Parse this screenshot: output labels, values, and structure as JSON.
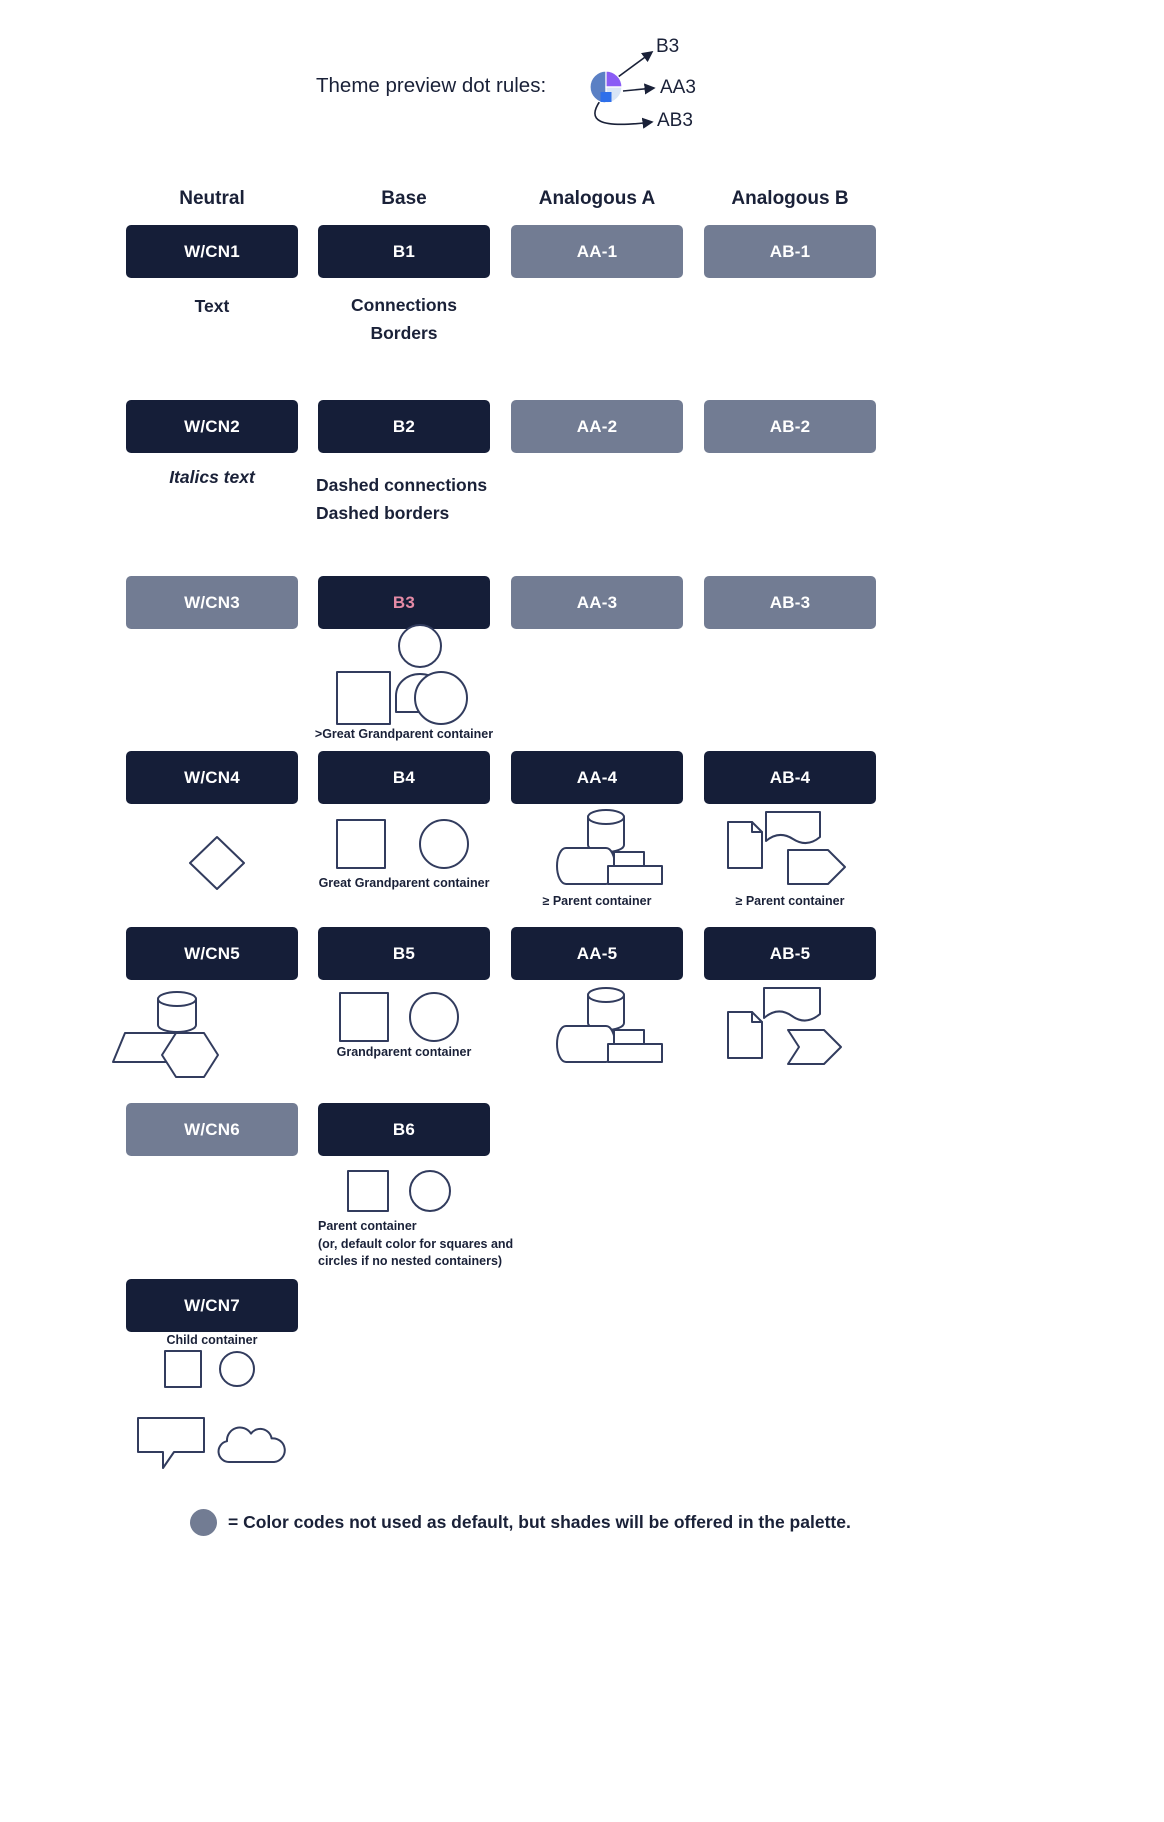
{
  "title": "Theme preview dot rules:",
  "dot_rules": {
    "labels": {
      "b3": "B3",
      "aa3": "AA3",
      "ab3": "AB3"
    }
  },
  "columns": {
    "neutral": "Neutral",
    "base": "Base",
    "analogous_a": "Analogous A",
    "analogous_b": "Analogous B"
  },
  "swatches": {
    "wcn1": "W/CN1",
    "b1": "B1",
    "aa1": "AA-1",
    "ab1": "AB-1",
    "wcn2": "W/CN2",
    "b2": "B2",
    "aa2": "AA-2",
    "ab2": "AB-2",
    "wcn3": "W/CN3",
    "b3": "B3",
    "aa3": "AA-3",
    "ab3": "AB-3",
    "wcn4": "W/CN4",
    "b4": "B4",
    "aa4": "AA-4",
    "ab4": "AB-4",
    "wcn5": "W/CN5",
    "b5": "B5",
    "aa5": "AA-5",
    "ab5": "AB-5",
    "wcn6": "W/CN6",
    "b6": "B6",
    "wcn7": "W/CN7"
  },
  "captions": {
    "text": "Text",
    "connections": "Connections",
    "borders": "Borders",
    "italics_text": "Italics text",
    "dashed_connections": "Dashed connections",
    "dashed_borders": "Dashed borders",
    "gt_great_grandparent": ">Great Grandparent container",
    "great_grandparent": "Great Grandparent container",
    "ge_parent_aa": "≥  Parent container",
    "ge_parent_ab": "≥ Parent container",
    "grandparent": "Grandparent container",
    "parent": "Parent container",
    "parent_note_1": "(or, default color for squares and",
    "parent_note_2": "circles if no nested containers)",
    "child": "Child container"
  },
  "legend": {
    "text": "= Color codes not used as default, but shades will be offered in the palette."
  },
  "colors": {
    "dark": "#151e38",
    "gray": "#727c93",
    "pink": "#e58ba6",
    "ink": "#1a2138",
    "outline": "#323c5e",
    "dot_blue": "#5b80c4",
    "dot_purple": "#8a5cf5",
    "dot_pale": "#d9e5f6",
    "dot_square": "#2e6fea"
  }
}
